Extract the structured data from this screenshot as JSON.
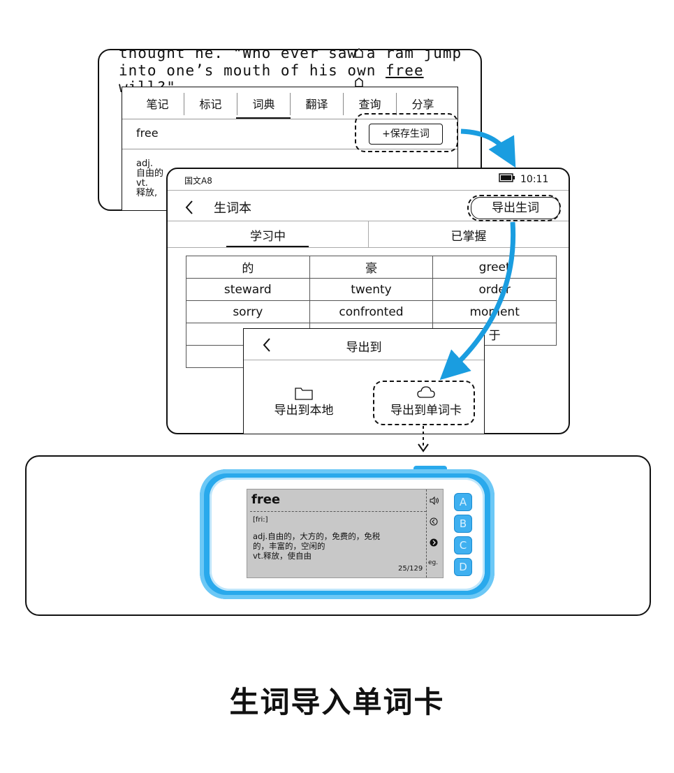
{
  "reader": {
    "line1": "thought he. \"Who ever saw a ram jump",
    "line2_pre": "into one’s mouth of his own ",
    "line2_word": "free",
    "line2_post": " will?\"",
    "tabs": [
      "笔记",
      "标记",
      "词典",
      "翻译",
      "查询",
      "分享"
    ],
    "active_tab": "词典",
    "headword": "free",
    "save_label": "+保存生词",
    "def_lines": [
      "adj.",
      "自由的",
      "vt.",
      "释放,"
    ]
  },
  "wordbook": {
    "device_name": "国文A8",
    "time": "10:11",
    "title": "生词本",
    "export_label": "导出生词",
    "tabs": [
      "学习中",
      "已掌握"
    ],
    "rows": [
      [
        "的",
        "豪",
        "greet"
      ],
      [
        "steward",
        "twenty",
        "order"
      ],
      [
        "sorry",
        "confronted",
        "moment"
      ],
      [
        "",
        "",
        "于"
      ],
      [
        "",
        "",
        ""
      ]
    ]
  },
  "export_dialog": {
    "title": "导出到",
    "local_label": "导出到本地",
    "card_label": "导出到单词卡"
  },
  "card": {
    "word": "free",
    "phonetic": "[fri:]",
    "def1": "adj.自由的，大方的，免费的，免税",
    "def2": "的，丰富的，空闲的",
    "def3": "vt.释放，使自由",
    "page": "25/129",
    "eg": "eg.",
    "keys": [
      "A",
      "B",
      "C",
      "D"
    ]
  },
  "caption": "生词导入单词卡",
  "colors": {
    "arrow": "#1a9de0",
    "device": "#29a9ec"
  }
}
